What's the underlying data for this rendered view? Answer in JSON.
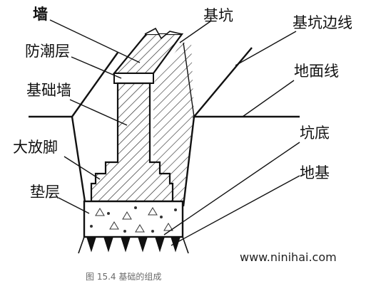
{
  "labels": {
    "wall": "墙",
    "pit": "基坑",
    "pit_edge": "基坑边线",
    "damp_proof": "防潮层",
    "ground_line": "地面线",
    "foundation_wall": "基础墙",
    "big_footing": "大放脚",
    "pit_bottom": "坑底",
    "subgrade": "地基",
    "cushion": "垫层"
  },
  "watermark": "www.ninihai.com",
  "caption": "图 15.4  基础的组成",
  "colors": {
    "line": "#111111",
    "hatch": "#222222",
    "background": "#ffffff"
  }
}
